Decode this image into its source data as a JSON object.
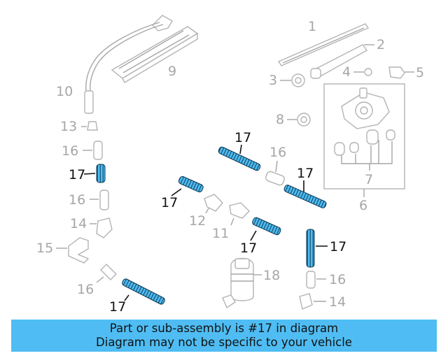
{
  "banner": {
    "line1": "Part or sub-assembly is #17 in diagram",
    "line2": "Diagram may not be specific to your vehicle"
  },
  "labels": {
    "n1": "1",
    "n2": "2",
    "n3": "3",
    "n4": "4",
    "n5": "5",
    "n6": "6",
    "n7": "7",
    "n8": "8",
    "n9": "9",
    "n10": "10",
    "n11": "11",
    "n12": "12",
    "n13": "13",
    "n14a": "14",
    "n14b": "14",
    "n15": "15",
    "n16a": "16",
    "n16b": "16",
    "n16c": "16",
    "n16d": "16",
    "n16e": "16",
    "n17a": "17",
    "n17b": "17",
    "n17c": "17",
    "n17d": "17",
    "n17e": "17",
    "n17f": "17",
    "n17g": "17",
    "n18": "18"
  },
  "colors": {
    "highlight": "#4fbdf3",
    "label_primary": "#111111",
    "label_secondary": "#a6a6a6"
  }
}
